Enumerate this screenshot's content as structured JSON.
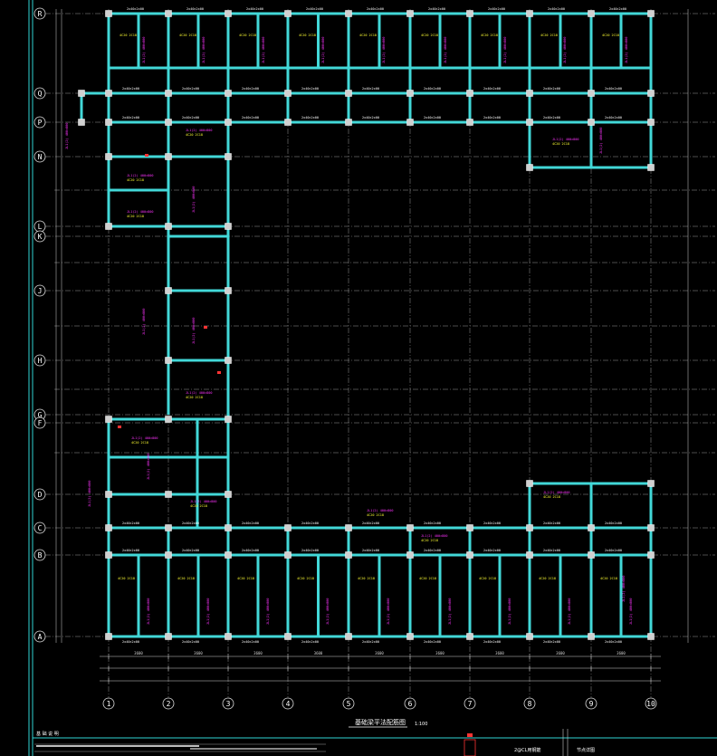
{
  "drawing": {
    "title": "基础梁平法配筋图",
    "scale": "1:100",
    "notes_heading": "基 础 说 明",
    "legend_label": "2@CL用钢筋",
    "right_label": "节点详图"
  },
  "grid": {
    "columns": [
      "1",
      "2",
      "3",
      "4",
      "5",
      "6",
      "7",
      "8",
      "9",
      "10"
    ],
    "rows": [
      "R",
      "Q",
      "P",
      "N",
      "L",
      "K",
      "J",
      "H",
      "G",
      "F",
      "D",
      "C",
      "B",
      "A"
    ]
  },
  "annotations": {
    "beam_tag": "2x40×2x00",
    "yellow_tag": "4C20 2C18",
    "magenta_tag": "JL1(2) 400×800",
    "dim_tag": "3600"
  },
  "colors": {
    "background": "#000000",
    "beam": "#42d8d8",
    "grid": "#9a9a9a",
    "yellow": "#ffff33",
    "magenta": "#ff33ff",
    "red": "#ff3333"
  }
}
